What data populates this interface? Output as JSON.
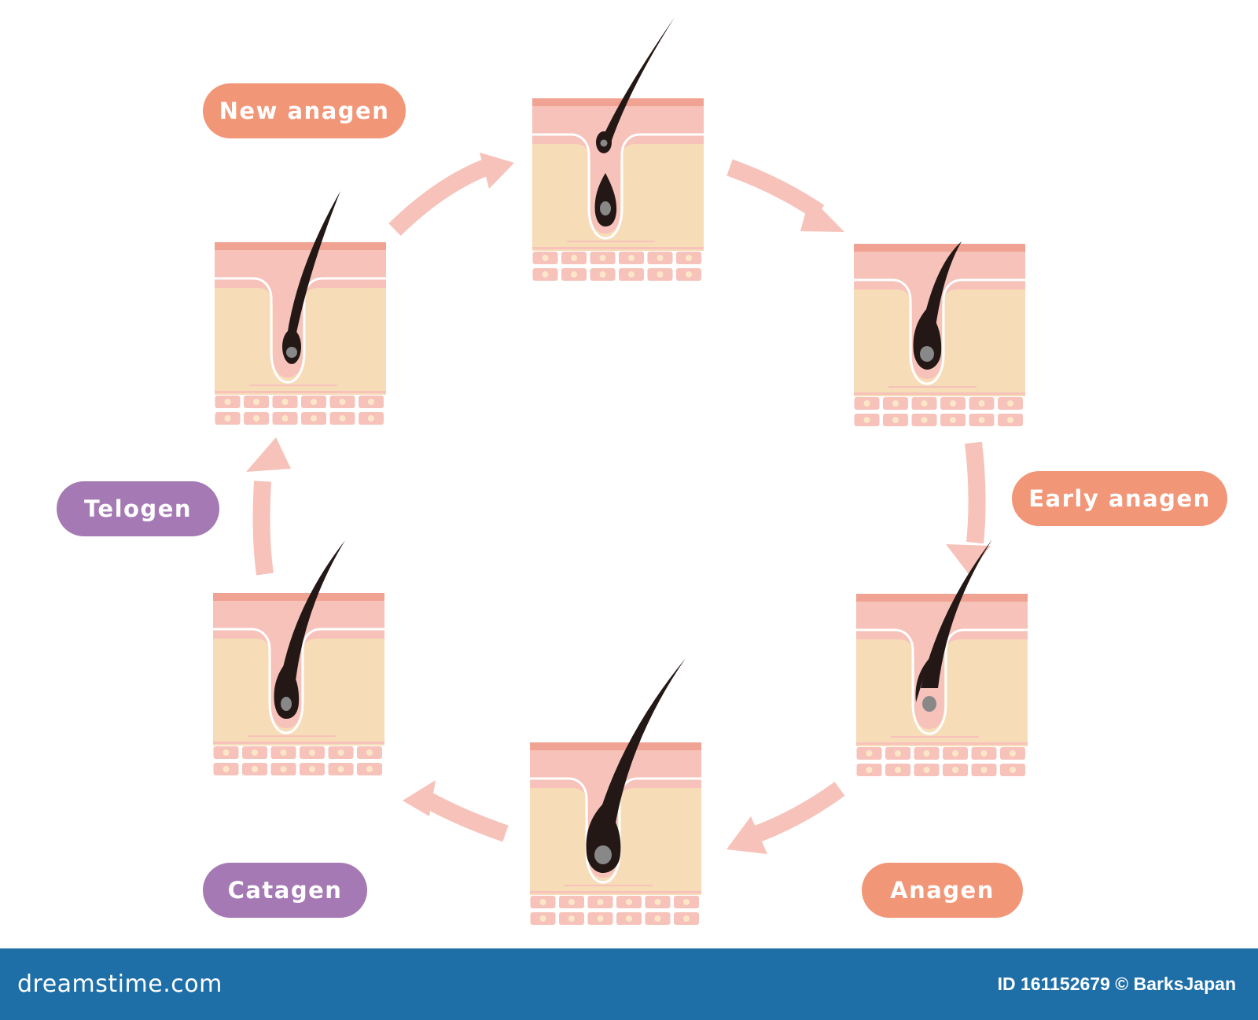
{
  "stages": [
    {
      "label": "New anagen",
      "pill_color": "#f29678"
    },
    {
      "label": "Early anagen",
      "pill_color": "#f29678"
    },
    {
      "label": "Anagen",
      "pill_color": "#f29678"
    },
    {
      "label": "Catagen",
      "pill_color": "#a579b4"
    },
    {
      "label": "Telogen",
      "pill_color": "#a579b4"
    }
  ],
  "colors": {
    "arrow": "#f6c2ba",
    "epidermis": "#f6c2ba",
    "skin_top": "#f0a393",
    "dermis": "#f7dcb8",
    "hair": "#231815",
    "bulb_center": "#888888",
    "cell": "#fbe7c8"
  },
  "footer": {
    "brand": "dreamstime.com",
    "credit": "ID 161152679 © BarksJapan",
    "background": "#1e6fa8"
  }
}
